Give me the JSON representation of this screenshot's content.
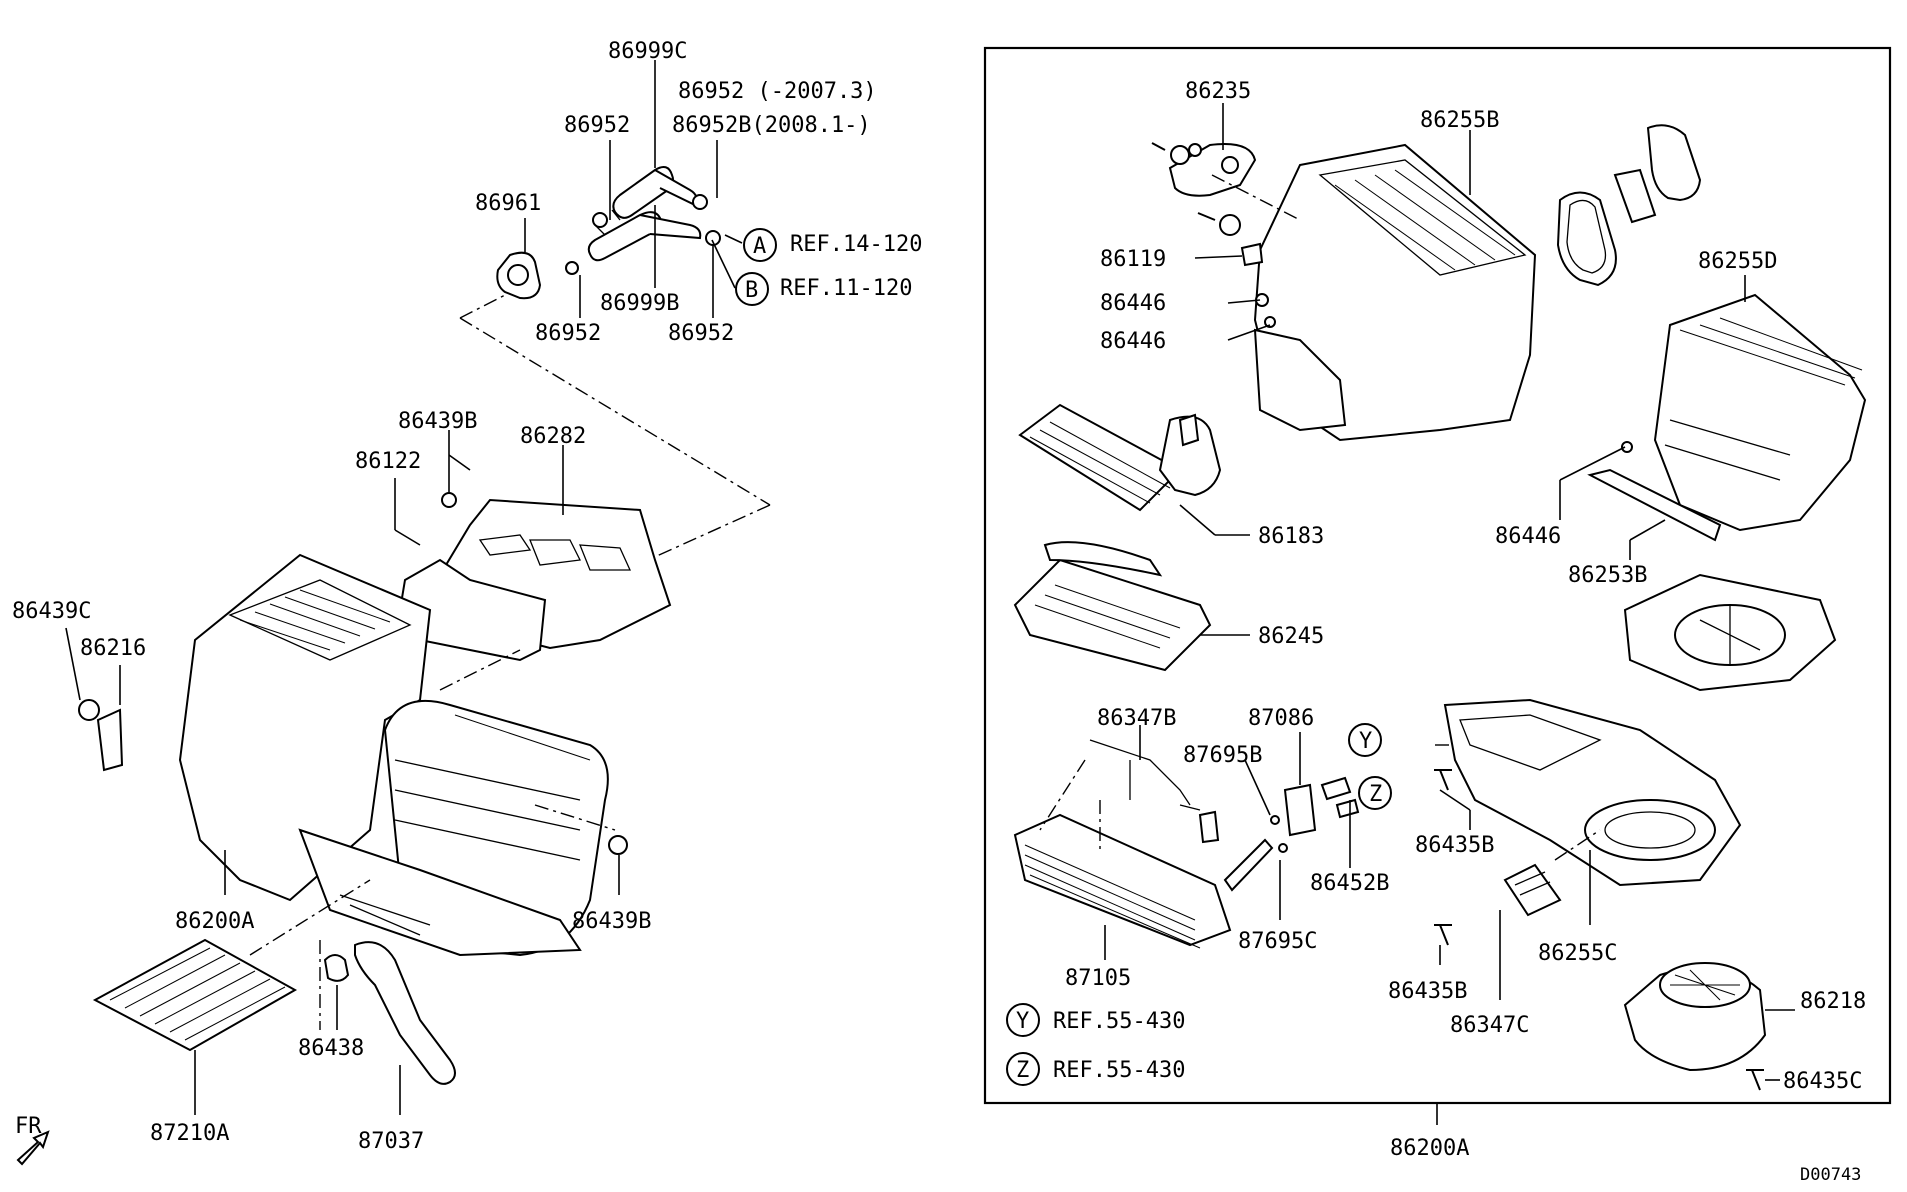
{
  "diagram_id": "D00743",
  "labels": {
    "p86999C": "86999C",
    "p86952_range1": "86952 (-2007.3)",
    "p86952B_range2": "86952B(2008.1-)",
    "p86952_top": "86952",
    "p86961": "86961",
    "p86999B": "86999B",
    "p86952_bl": "86952",
    "p86952_br": "86952",
    "p86439B_top": "86439B",
    "p86282": "86282",
    "p86122": "86122",
    "p86439C": "86439C",
    "p86216": "86216",
    "p86200A_left": "86200A",
    "p86439B_right": "86439B",
    "p86438": "86438",
    "p87210A": "87210A",
    "p87037": "87037",
    "fr": "FR",
    "p86235": "86235",
    "p86255B": "86255B",
    "p86119": "86119",
    "p86446_a": "86446",
    "p86446_b": "86446",
    "p86255D": "86255D",
    "p86183": "86183",
    "p86446_c": "86446",
    "p86253B": "86253B",
    "p86245": "86245",
    "p86347B": "86347B",
    "p87086": "87086",
    "p87695B": "87695B",
    "p86452B": "86452B",
    "p86435B_a": "86435B",
    "p86255C": "86255C",
    "p87105": "87105",
    "p87695C": "87695C",
    "p86435B_b": "86435B",
    "p86347C": "86347C",
    "p86218": "86218",
    "p86435C": "86435C",
    "p86200A_box": "86200A"
  },
  "references": [
    {
      "marker": "A",
      "text": "REF.14-120"
    },
    {
      "marker": "B",
      "text": "REF.11-120"
    }
  ],
  "legend": [
    {
      "marker": "Y",
      "text": "REF.55-430"
    },
    {
      "marker": "Z",
      "text": "REF.55-430"
    }
  ],
  "callout_markers": {
    "y": "Y",
    "z": "Z"
  }
}
